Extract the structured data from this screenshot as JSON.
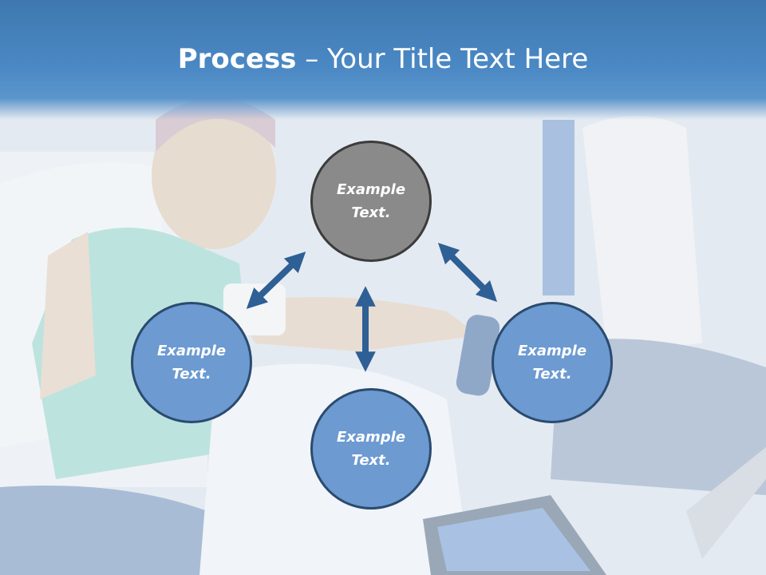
{
  "slide": {
    "title_bold": "Process",
    "title_rest": " – Your Title Text Here"
  },
  "nodes": {
    "top": "Example\nText.",
    "left": "Example\nText.",
    "right": "Example\nText.",
    "bottom": "Example\nText."
  },
  "colors": {
    "header": "#4a88c4",
    "node_blue": "#6c9ad1",
    "node_gray": "#8a8a8a",
    "arrow": "#2e5f95"
  }
}
